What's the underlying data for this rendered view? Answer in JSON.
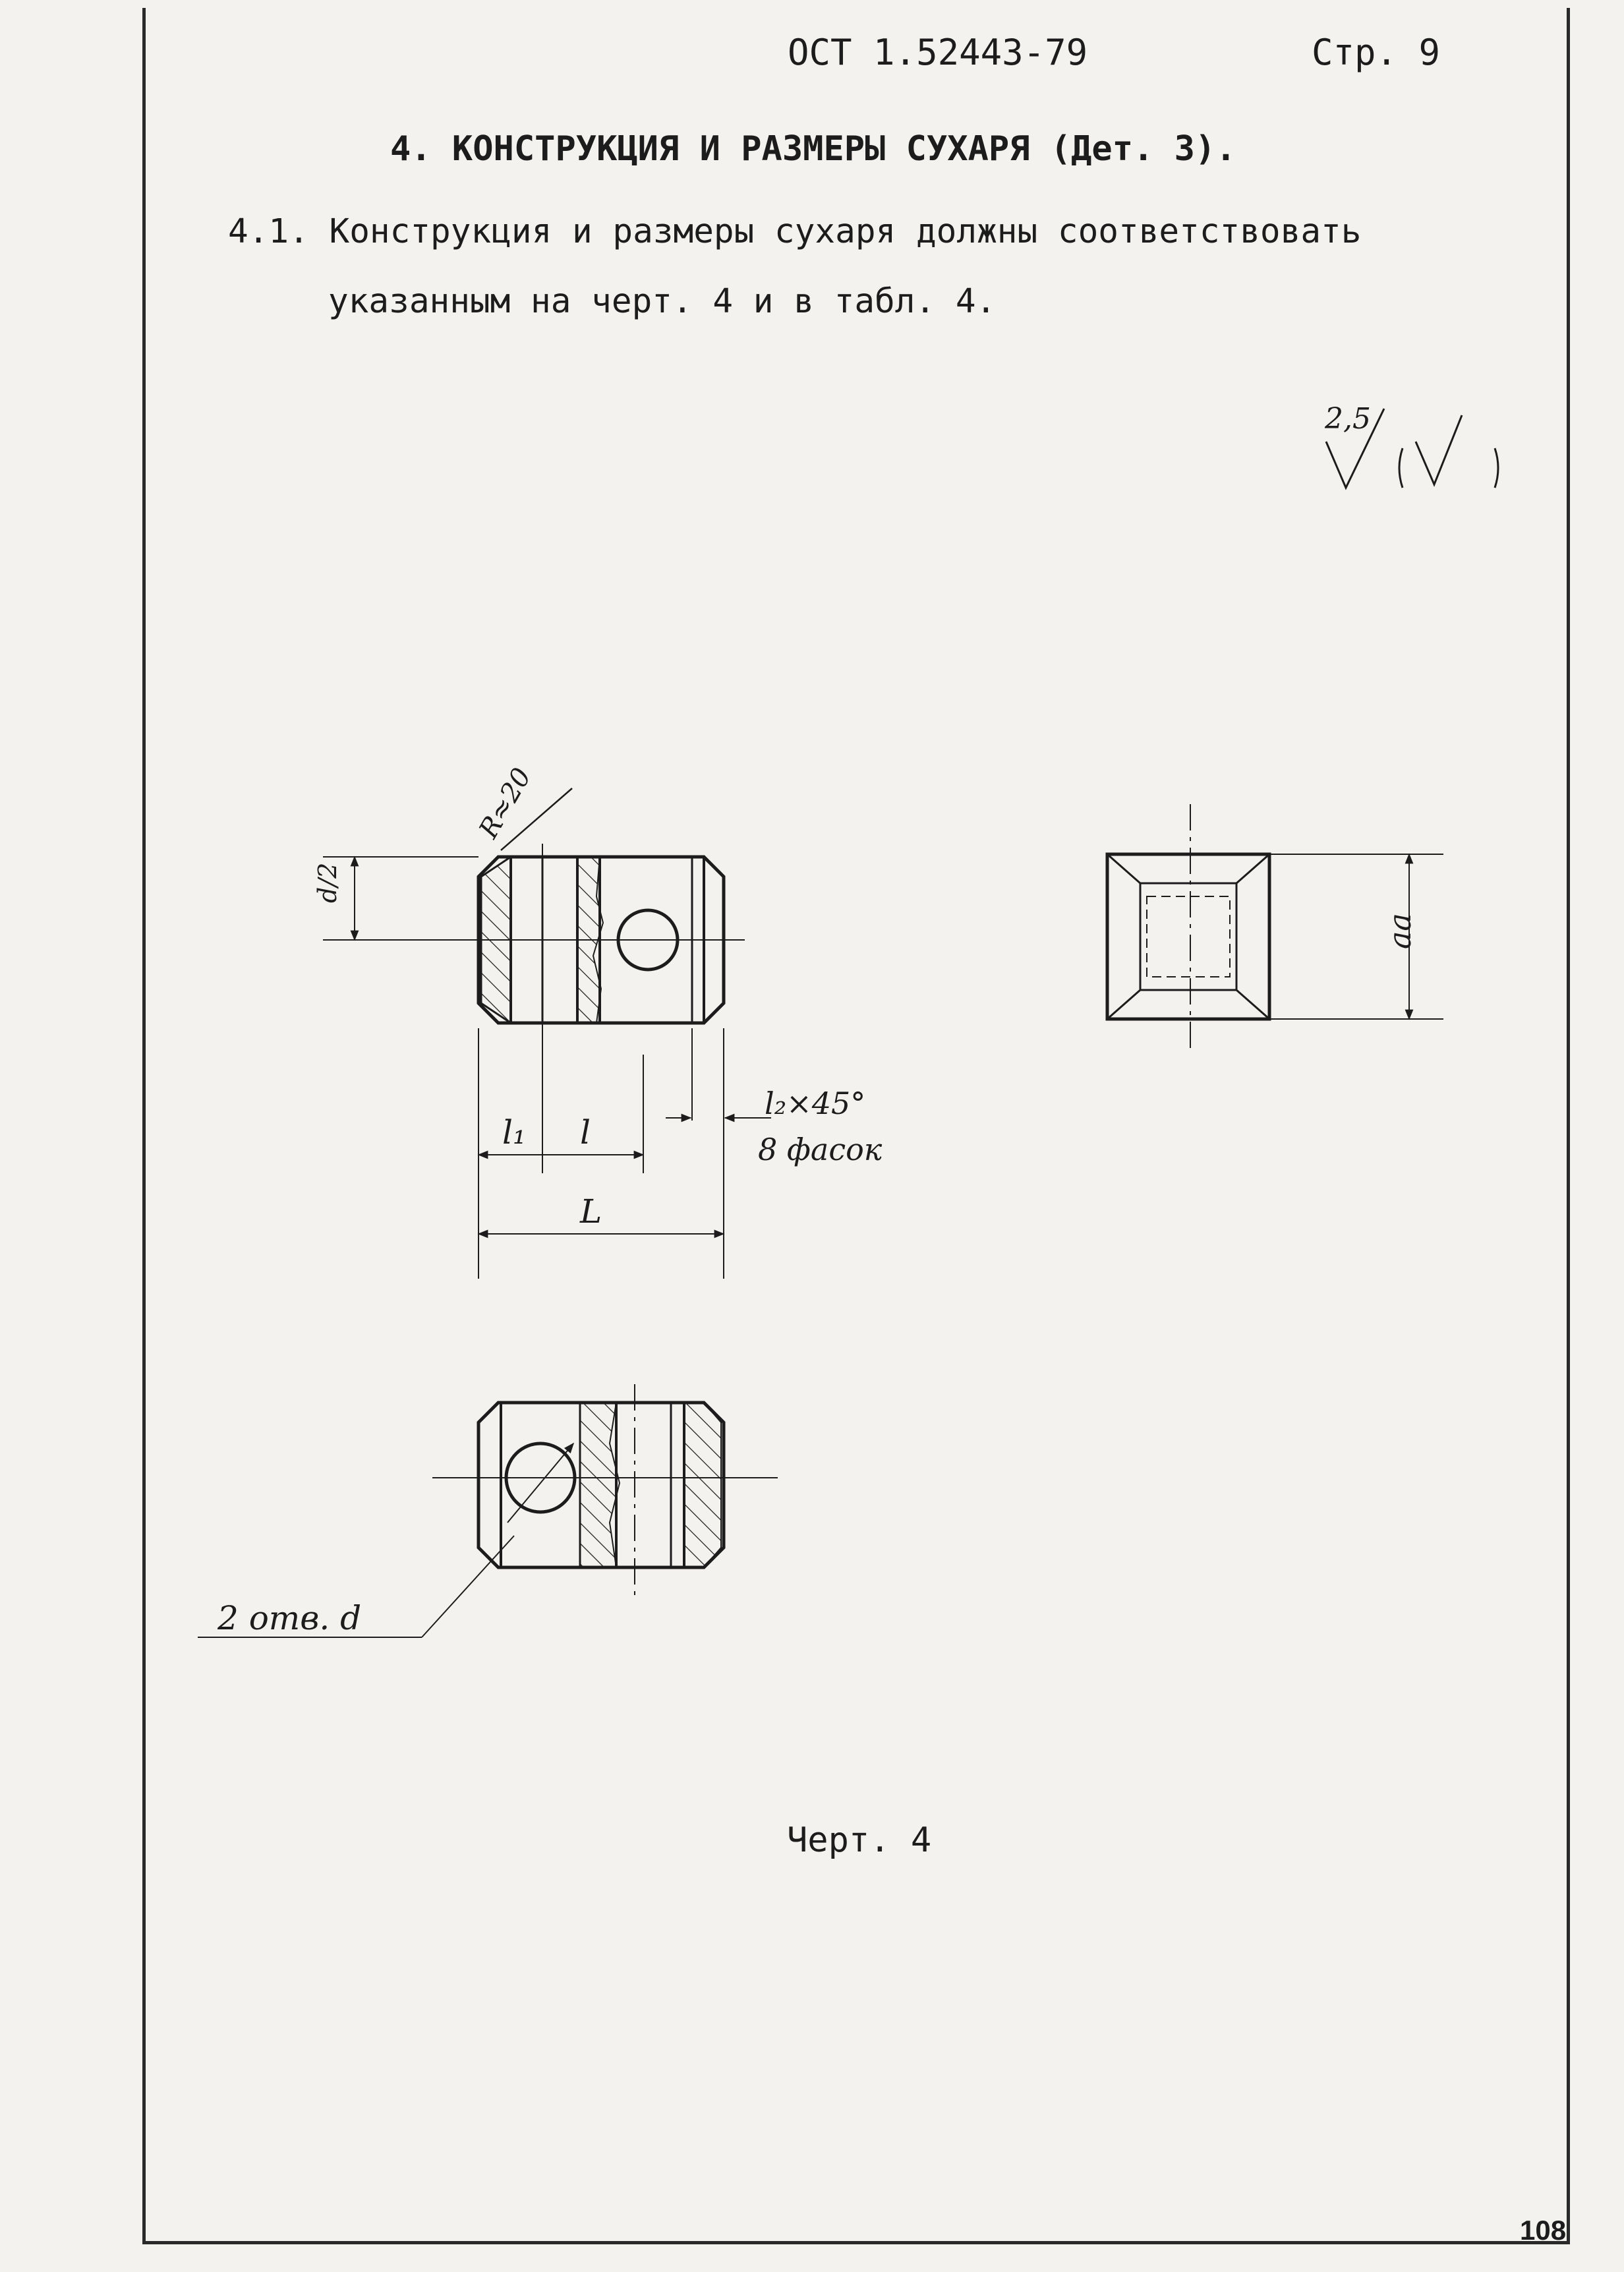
{
  "header": {
    "doc_code": "ОСТ 1.52443-79",
    "page": "Стр. 9"
  },
  "section_title": "4. КОНСТРУКЦИЯ И РАЗМЕРЫ СУХАРЯ (Дет. 3).",
  "paragraph": {
    "line1": "4.1. Конструкция и размеры сухаря должны соответствовать",
    "line2": "указанным на черт. 4 и в табл.  4."
  },
  "roughness": {
    "value": "2,5",
    "other": "(√)"
  },
  "drawing_labels": {
    "radius": "R≈20",
    "half_d": "d/2",
    "l1": "l₁",
    "l": "l",
    "chamfer": "l₂×45°",
    "chamfer_count": "8 фасок",
    "L": "L",
    "holes": "2 отв. d",
    "aa": "aa"
  },
  "caption": "Черт. 4",
  "sheet_number": "108"
}
